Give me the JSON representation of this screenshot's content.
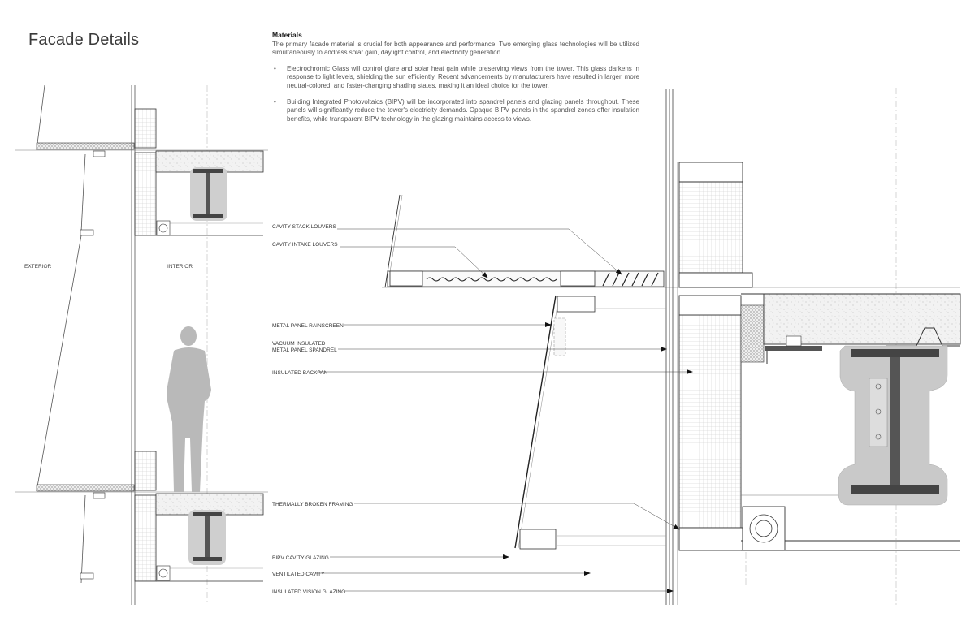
{
  "title": "Facade Details",
  "materials": {
    "heading": "Materials",
    "intro": "The primary facade material is crucial for both appearance and performance. Two emerging glass technologies will be utilized simultaneously to address solar gain, daylight control, and electricity generation.",
    "bullets": [
      "Electrochromic Glass will control glare and solar heat gain while preserving views from the tower. This glass darkens in response to light levels, shielding the sun efficiently. Recent advancements by manufacturers have resulted in larger, more neutral-colored, and faster-changing shading states, making it an ideal choice for the tower.",
      "Building Integrated Photovoltaics (BIPV) will be incorporated into spandrel panels and glazing panels throughout. These panels will significantly reduce the tower's electricity demands. Opaque BIPV panels in the spandrel zones offer insulation benefits, while transparent BIPV technology in the glazing maintains access to views."
    ]
  },
  "section": {
    "exterior": "EXTERIOR",
    "interior": "INTERIOR"
  },
  "callouts": {
    "cavity_stack_louvers": "CAVITY STACK LOUVERS",
    "cavity_intake_louvers": "CAVITY INTAKE LOUVERS",
    "metal_panel_rainscreen": "METAL PANEL RAINSCREEN",
    "vacuum_insulated_1": "VACUUM INSULATED",
    "vacuum_insulated_2": "METAL PANEL SPANDREL",
    "insulated_backpan": "INSULATED BACKPAN",
    "thermally_broken_framing": "THERMALLY BROKEN FRAMING",
    "bipv_cavity_glazing": "BIPV CAVITY GLAZING",
    "ventilated_cavity": "VENTILATED CAVITY",
    "insulated_vision_glazing": "INSULATED VISION GLAZING"
  }
}
